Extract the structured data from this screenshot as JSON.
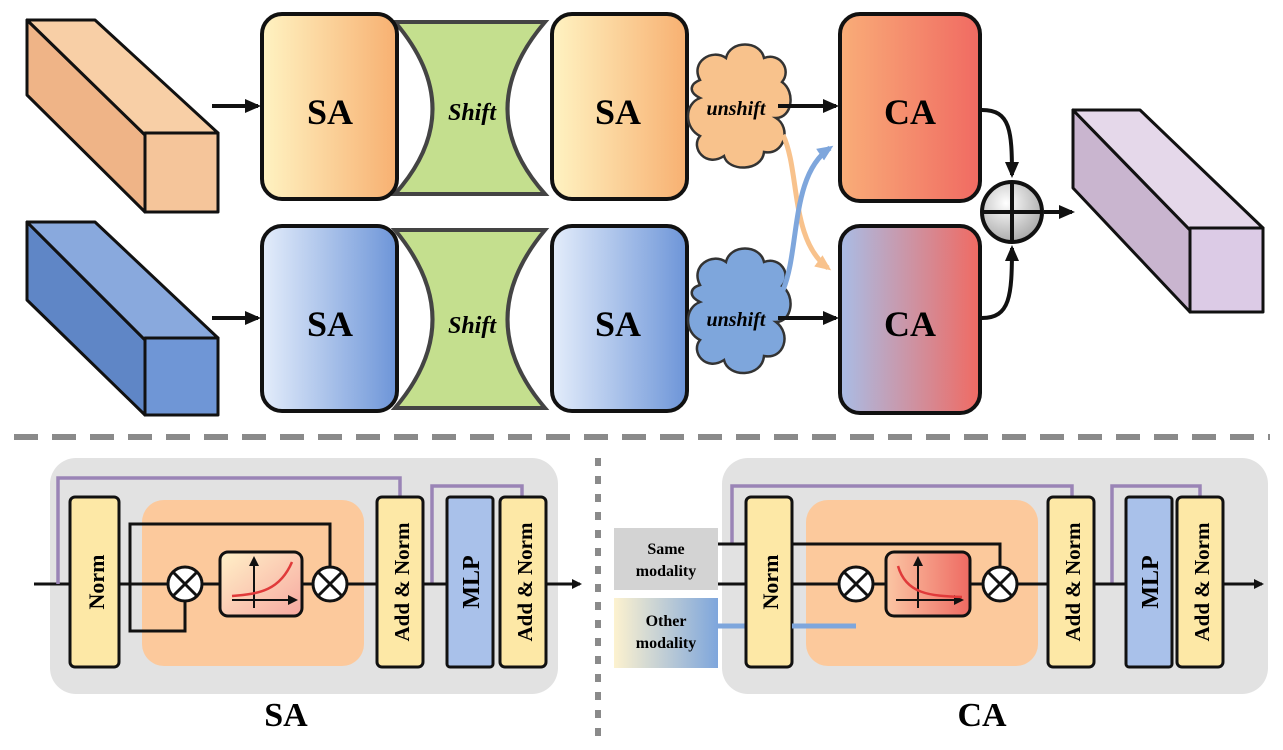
{
  "top": {
    "sa_label": "SA",
    "shift_label": "Shift",
    "unshift_label": "unshift",
    "ca_label": "CA"
  },
  "sa_detail": {
    "norm_label": "Norm",
    "add_norm_label": "Add & Norm",
    "mlp_label": "MLP",
    "caption": "SA"
  },
  "ca_detail": {
    "same_modality": "Same modality",
    "other_modality": "Other modality",
    "norm_label": "Norm",
    "add_norm_label": "Add & Norm",
    "mlp_label": "MLP",
    "caption": "CA"
  },
  "colors": {
    "orange_input": "#f5c59a",
    "blue_input": "#6f96d6",
    "purple_output": "#d9c6e0",
    "shift_green": "#c4df8e",
    "unshift_orange": "#f8c28c",
    "unshift_blue": "#7ea6dc",
    "attn_box": "#fcc99c",
    "norm_yellow": "#fde8a6",
    "mlp_blue": "#a9c1ea",
    "skip_purple": "#9a84b6",
    "panel_gray": "#e2e2e2"
  }
}
